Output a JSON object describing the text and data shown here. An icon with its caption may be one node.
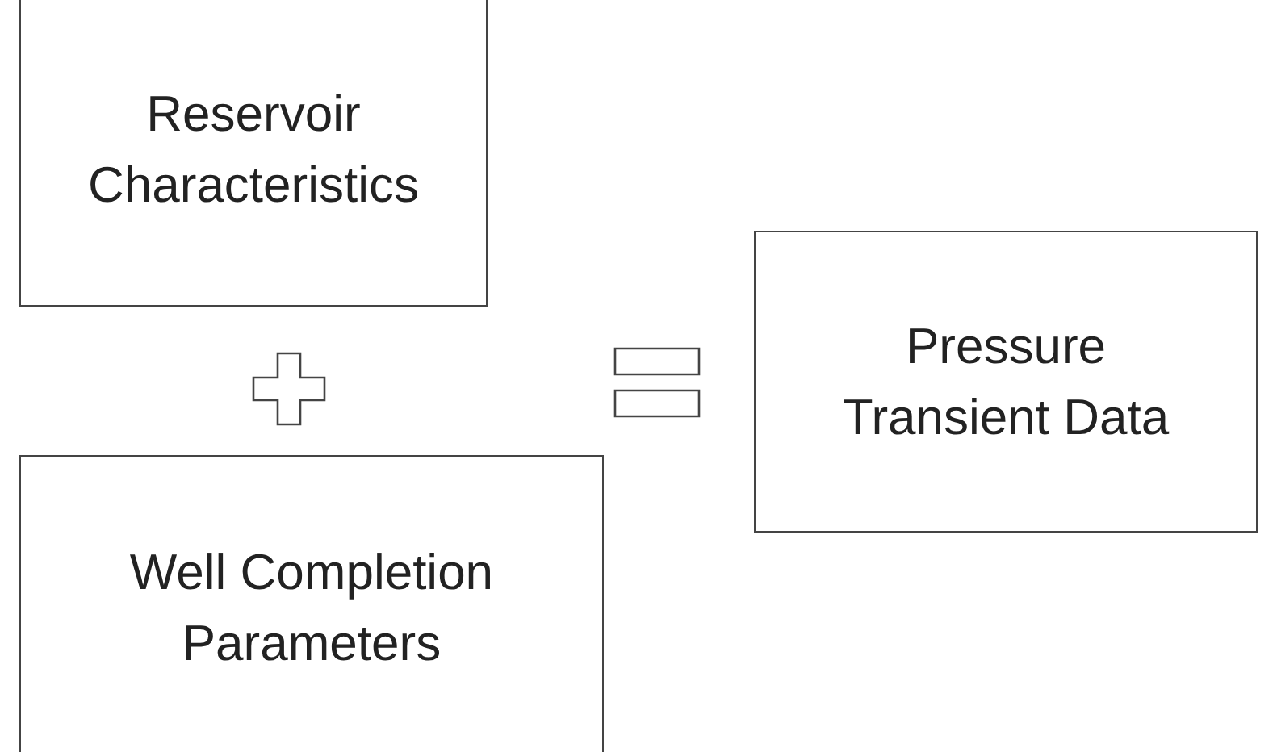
{
  "diagram": {
    "nodes": [
      {
        "text": [
          "Reservoir Characteristics"
        ]
      },
      {
        "text": [
          "Well Completion Parameters"
        ]
      },
      {
        "text": [
          "Pressure Transient Data"
        ]
      }
    ]
  }
}
